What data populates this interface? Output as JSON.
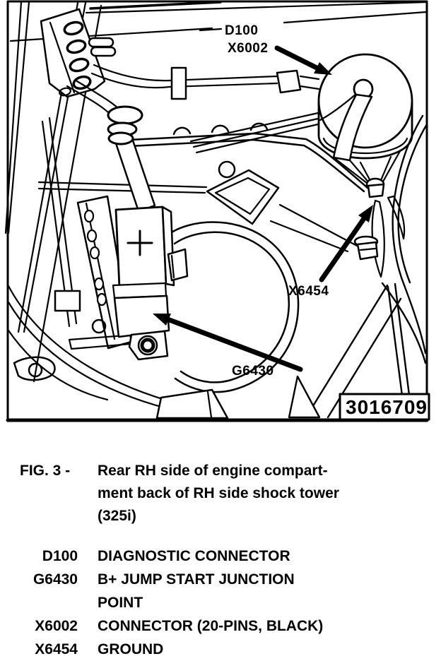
{
  "figure": {
    "fig_label": "FIG. 3 -",
    "caption": "Rear RH side  of engine compart-\nment back of RH side shock tower\n(325i)",
    "drawing_number": "3016709",
    "callouts": {
      "diagnostic_connector": "D100",
      "connector_20pin": "X6002",
      "ground": "X6454",
      "jump_start_junction": "G6430"
    }
  },
  "legend": {
    "items": [
      {
        "term": "D100",
        "desc": "DIAGNOSTIC CONNECTOR"
      },
      {
        "term": "G6430",
        "desc": "B+ JUMP START JUNCTION\nPOINT"
      },
      {
        "term": "X6002",
        "desc": "CONNECTOR (20-PINS, BLACK)"
      },
      {
        "term": "X6454",
        "desc": "GROUND"
      }
    ]
  },
  "colors": {
    "ink": "#000000",
    "paper": "#ffffff"
  }
}
